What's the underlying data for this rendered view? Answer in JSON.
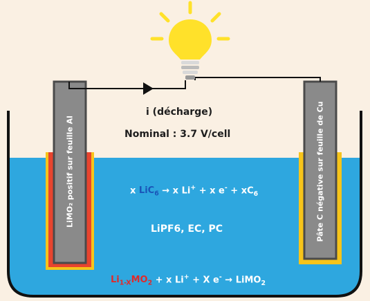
{
  "title": "i (décharge)",
  "nominal": "Nominal : 3.7 V/cell",
  "electrolyte": "LiPF6, EC, PC",
  "left_electrode_label": "LiMO₂ positif sur feuille Al",
  "right_electrode_label": "Pâte C négative sur feuille de Cu",
  "anode_reaction": {
    "lead": "x ",
    "species": "LiC",
    "species_sub": "6",
    "arrow": " → ",
    "rest1": "x Li",
    "plus_sup": "+",
    "rest2": " + x e",
    "minus_sup": "-",
    "rest3": " + xC",
    "rest3_sub": "6"
  },
  "cathode_reaction": {
    "species": "Li",
    "species_sub": "1-X",
    "species_tail": "MO",
    "species_tail_sub": "2",
    "rest1": " + x Li",
    "plus_sup": "+",
    "rest2": " + X e",
    "minus_sup": "-",
    "arrow": " → ",
    "product": "LiMO",
    "product_sub": "2"
  },
  "colors": {
    "background": "#faf0e3",
    "electrolyte": "#2ea7df",
    "electrode_gray": "#8a8a8a",
    "electrode_dark": "#4a4a4a",
    "red_layer": "#e8442e",
    "yellow_layer": "#f7c41a",
    "bulb": "#ffe12a",
    "reaction_blue": "#1a55b8",
    "reaction_red": "#e02a2a"
  },
  "icons": [
    "light-bulb-icon",
    "current-arrow-icon"
  ]
}
